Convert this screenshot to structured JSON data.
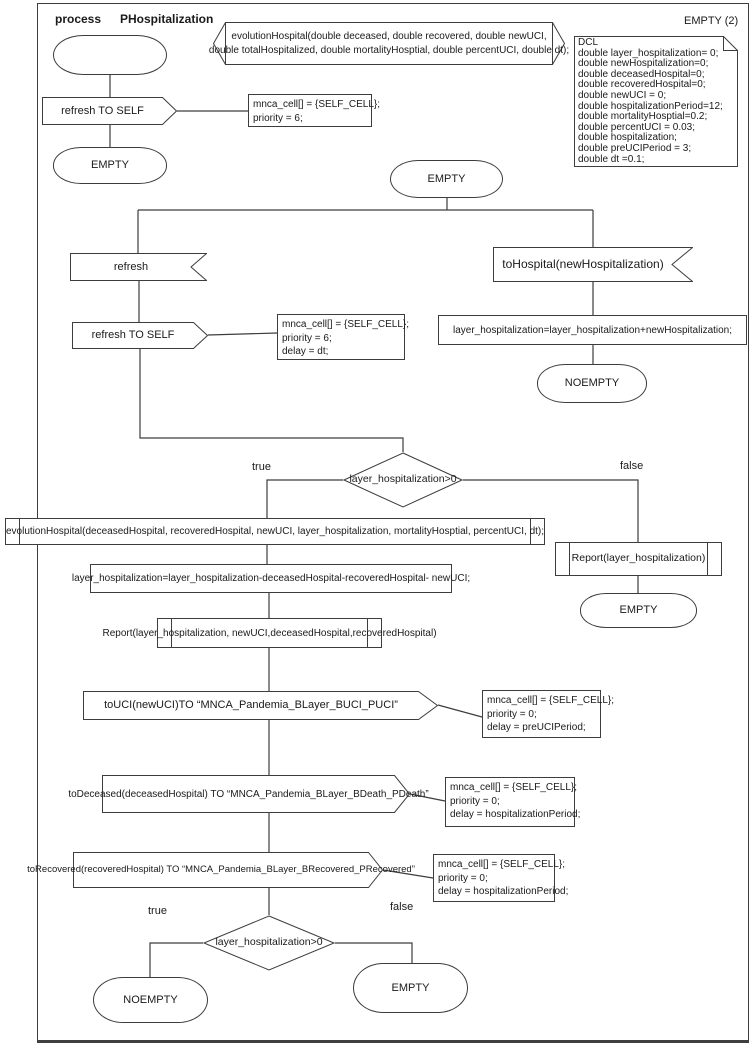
{
  "header": {
    "process_keyword": "process",
    "process_name": "PHospitalization",
    "frame_state_label": "EMPTY (2)"
  },
  "declaration": {
    "line1": "evolutionHospital(double deceased, double recovered, double newUCI,",
    "line2": "double totalHospitalized, double mortalityHosptial, double percentUCI, double dt);"
  },
  "dcl": {
    "lines": [
      "DCL",
      "double layer_hospitalization= 0;",
      "double newHospitalization=0;",
      "double deceasedHospital=0;",
      "double recoveredHospital=0;",
      "double newUCI = 0;",
      "double hospitalizationPeriod=12;",
      "double mortalityHosptial=0.2;",
      "double percentUCI = 0.03;",
      "double hospitalization;",
      "double preUCIPeriod = 3;",
      "double dt =0.1;"
    ]
  },
  "nodes": {
    "out_refresh1": {
      "label": "refresh TO SELF"
    },
    "comment1": {
      "lines": [
        "mnca_cell[] = {SELF_CELL};",
        "priority = 6;"
      ]
    },
    "state_empty1": {
      "label": "EMPTY"
    },
    "state_empty_main": {
      "label": "EMPTY"
    },
    "in_refresh": {
      "label": "refresh"
    },
    "out_refresh2": {
      "label": "refresh TO SELF"
    },
    "comment2": {
      "lines": [
        "mnca_cell[] = {SELF_CELL};",
        "priority = 6;",
        "delay = dt;"
      ]
    },
    "in_tohospital": {
      "label": "toHospital(newHospitalization)"
    },
    "task_add": {
      "label": "layer_hospitalization=layer_hospitalization+newHospitalization;"
    },
    "state_noempty1": {
      "label": "NOEMPTY"
    },
    "decision1": {
      "label": "layer_hospitalization>0",
      "true_label": "true",
      "false_label": "false"
    },
    "proc_evolution": {
      "label": "evolutionHospital(deceasedHospital, recoveredHospital, newUCI, layer_hospitalization, mortalityHosptial, percentUCI, dt);"
    },
    "task_sub": {
      "label": "layer_hospitalization=layer_hospitalization-deceasedHospital-recoveredHospital- newUCI;"
    },
    "proc_report_full": {
      "label": "Report(layer_hospitalization, newUCI,deceasedHospital,recoveredHospital)"
    },
    "out_touci": {
      "label": "toUCI(newUCI)TO “MNCA_Pandemia_BLayer_BUCI_PUCI”"
    },
    "comment3": {
      "lines": [
        "mnca_cell[] = {SELF_CELL};",
        "priority = 0;",
        "delay = preUCIPeriod;"
      ]
    },
    "out_todeceased": {
      "label": "toDeceased(deceasedHospital) TO “MNCA_Pandemia_BLayer_BDeath_PDeath”"
    },
    "comment4": {
      "lines": [
        "mnca_cell[] = {SELF_CELL};",
        "priority = 0;",
        "delay = hospitalizationPeriod;"
      ]
    },
    "out_torecovered": {
      "label": "toRecovered(recoveredHospital) TO “MNCA_Pandemia_BLayer_BRecovered_PRecovered”"
    },
    "comment5": {
      "lines": [
        "mnca_cell[] = {SELF_CELL};",
        "priority = 0;",
        "delay = hospitalizationPeriod;"
      ]
    },
    "proc_report_short": {
      "label": "Report(layer_hospitalization)"
    },
    "state_empty_false": {
      "label": "EMPTY"
    },
    "decision2": {
      "label": "layer_hospitalization>0",
      "true_label": "true",
      "false_label": "false"
    },
    "state_noempty2": {
      "label": "NOEMPTY"
    },
    "state_empty_bottom": {
      "label": "EMPTY"
    }
  },
  "colors": {
    "line": "#3d3d3d",
    "text": "#1a1a1a",
    "background": "#ffffff"
  }
}
